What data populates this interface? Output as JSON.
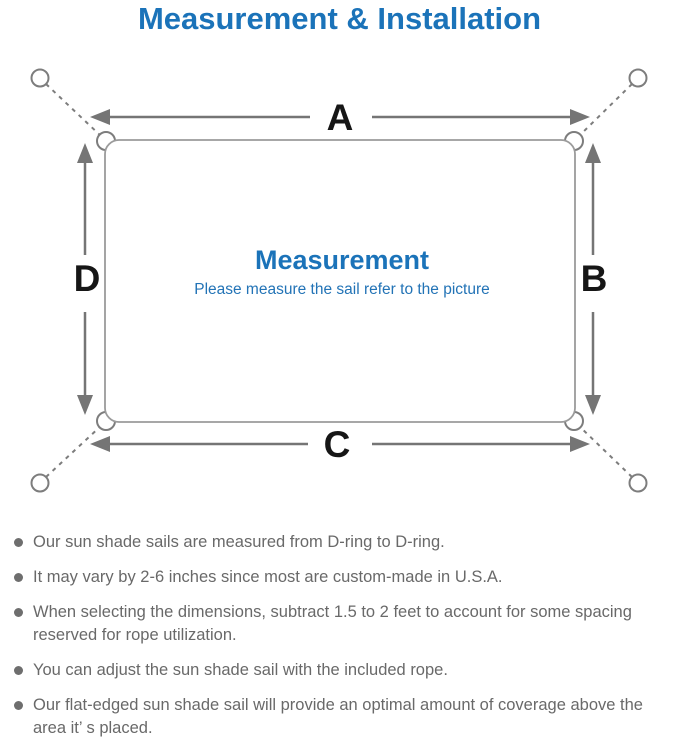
{
  "title": "Measurement & Installation",
  "diagram": {
    "labels": {
      "top": "A",
      "right": "B",
      "bottom": "C",
      "left": "D"
    },
    "center_title": "Measurement",
    "center_subtitle": "Please measure the sail refer to the picture"
  },
  "notes": [
    "Our sun shade sails are measured from D-ring to D-ring.",
    "It may vary by 2-6 inches since most are custom-made in U.S.A.",
    "When selecting the dimensions, subtract 1.5 to 2 feet to account for some spacing reserved for rope utilization.",
    "You can adjust the sun shade sail with the included rope.",
    "Our flat-edged sun shade sail will provide an optimal amount of coverage above the area it’ s placed."
  ],
  "colors": {
    "accent_blue": "#1b73b9",
    "body_text": "#696969",
    "line_gray": "#8a8a8a"
  }
}
